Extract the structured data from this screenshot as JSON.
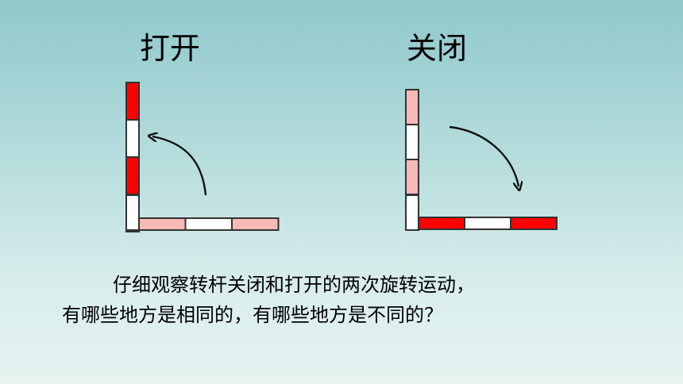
{
  "labels": {
    "open": "打开",
    "close": "关闭"
  },
  "question": {
    "line1": "仔细观察转杆关闭和打开的两次旋转运动，",
    "line2": "有哪些地方是相同的，有哪些地方是不同的？"
  },
  "colors": {
    "red": "#ff0000",
    "pink": "#f7b8b8",
    "white": "#ffffff",
    "outline": "#333333",
    "arrow": "#111111"
  },
  "open_gate": {
    "vertical_segments": [
      "red",
      "white",
      "red",
      "white"
    ],
    "horizontal_segments": [
      "pink",
      "white",
      "pink"
    ],
    "arrow": "counterclockwise-arrow"
  },
  "close_gate": {
    "vertical_segments": [
      "pink",
      "white",
      "pink",
      "white"
    ],
    "horizontal_segments": [
      "red",
      "white",
      "red"
    ],
    "arrow": "clockwise-arrow"
  }
}
